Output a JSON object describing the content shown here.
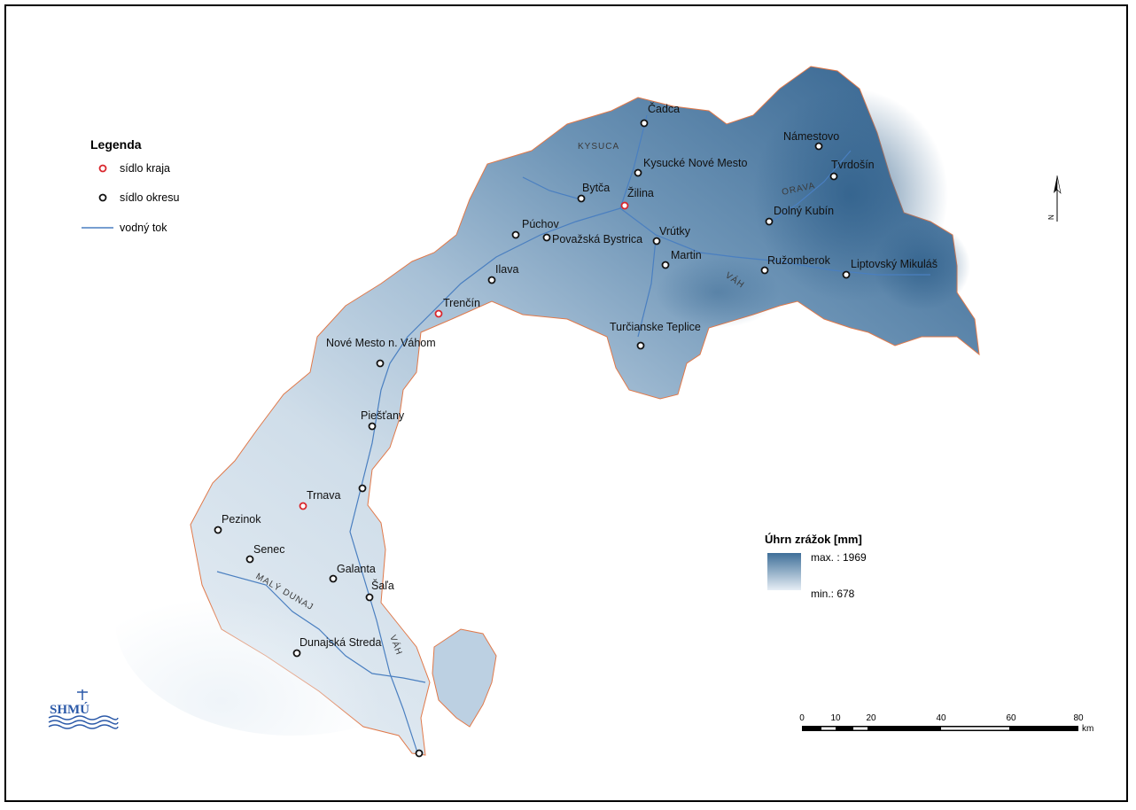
{
  "legend": {
    "title": "Legenda",
    "items": [
      {
        "label": "sídlo kraja",
        "symbol": "red-circle-icon",
        "color": "#d9262c"
      },
      {
        "label": "sídlo okresu",
        "symbol": "black-circle-icon",
        "color": "#111111"
      },
      {
        "label": "vodný tok",
        "symbol": "river-line-icon",
        "color": "#4a7fc0"
      }
    ]
  },
  "precipitation": {
    "title": "Úhrn zrážok [mm]",
    "max_label": "max. : 1969",
    "min_label": "min.: 678",
    "color_max": "#3f6f99",
    "color_min": "#e6eef5"
  },
  "scale": {
    "ticks": [
      "0",
      "10",
      "20",
      "40",
      "60",
      "80"
    ],
    "unit": "km"
  },
  "north_arrow": {
    "label": "N"
  },
  "logo": {
    "text": "SHMÚ"
  },
  "regions": [
    {
      "name": "KYSUCA"
    },
    {
      "name": "ORAVA"
    },
    {
      "name": "VÁH"
    },
    {
      "name": "MALÝ DUNAJ"
    },
    {
      "name": "VÁH"
    }
  ],
  "cities": [
    {
      "name": "Čadca",
      "type": "okres"
    },
    {
      "name": "Námestovo",
      "type": "okres"
    },
    {
      "name": "Kysucké Nové Mesto",
      "type": "okres"
    },
    {
      "name": "Tvrdošín",
      "type": "okres"
    },
    {
      "name": "Bytča",
      "type": "okres"
    },
    {
      "name": "Žilina",
      "type": "kraj"
    },
    {
      "name": "Dolný Kubín",
      "type": "okres"
    },
    {
      "name": "Púchov",
      "type": "okres"
    },
    {
      "name": "Považská Bystrica",
      "type": "okres"
    },
    {
      "name": "Vrútky",
      "type": "okres"
    },
    {
      "name": "Martin",
      "type": "okres"
    },
    {
      "name": "Ružomberok",
      "type": "okres"
    },
    {
      "name": "Liptovský Mikuláš",
      "type": "okres"
    },
    {
      "name": "Ilava",
      "type": "okres"
    },
    {
      "name": "Trenčín",
      "type": "kraj"
    },
    {
      "name": "Turčianske Teplice",
      "type": "okres"
    },
    {
      "name": "Nové Mesto n. Váhom",
      "type": "okres"
    },
    {
      "name": "Piešťany",
      "type": "okres"
    },
    {
      "name": "",
      "type": "okres"
    },
    {
      "name": "Trnava",
      "type": "kraj"
    },
    {
      "name": "Pezinok",
      "type": "okres"
    },
    {
      "name": "Senec",
      "type": "okres"
    },
    {
      "name": "Galanta",
      "type": "okres"
    },
    {
      "name": "Šaľa",
      "type": "okres"
    },
    {
      "name": "Dunajská Streda",
      "type": "okres"
    },
    {
      "name": "",
      "type": "okres"
    }
  ]
}
